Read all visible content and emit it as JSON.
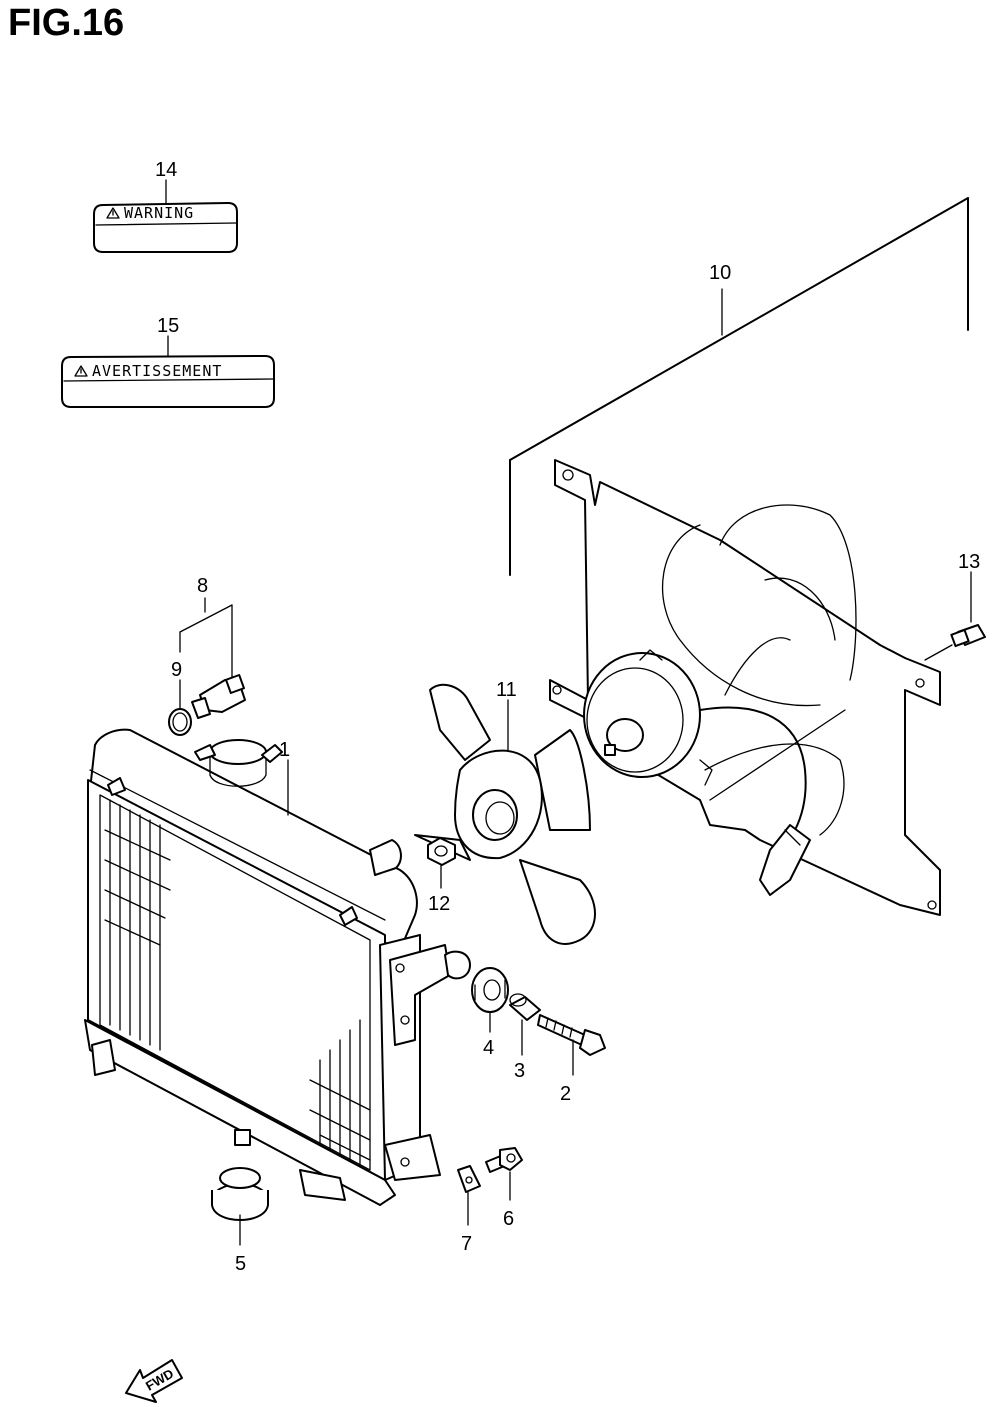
{
  "figure": {
    "title": "FIG.16"
  },
  "labels": {
    "warning": "WARNING",
    "avertissement": "AVERTISSEMENT"
  },
  "callouts": {
    "p1": "1",
    "p2": "2",
    "p3": "3",
    "p4": "4",
    "p5": "5",
    "p6": "6",
    "p7": "7",
    "p8": "8",
    "p9": "9",
    "p10": "10",
    "p11": "11",
    "p12": "12",
    "p13": "13",
    "p14": "14",
    "p15": "15"
  },
  "direction": {
    "fwd": "FWD"
  },
  "icons": {
    "warning_triangle": "warning-triangle-icon",
    "fwd_arrow": "fwd-arrow-icon"
  }
}
